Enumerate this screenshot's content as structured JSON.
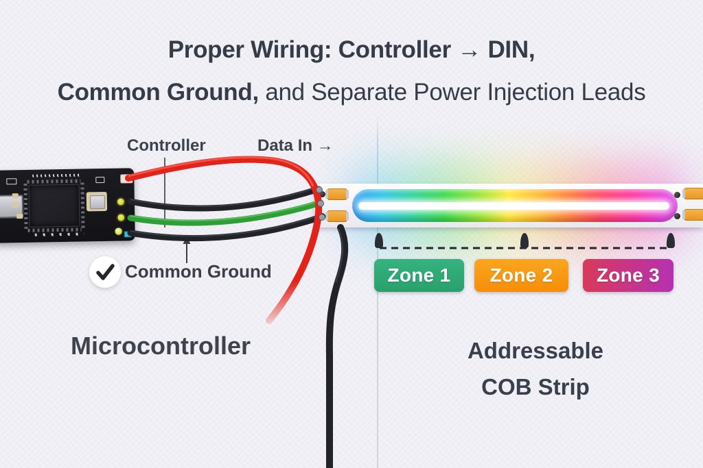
{
  "title": {
    "line1": "Proper Wiring: Controller → DIN,",
    "line2_bold": "Common Ground,",
    "line2_rest": " and Separate Power Injection Leads"
  },
  "labels": {
    "controller": "Controller",
    "data_in": "Data In →",
    "common_ground": "Common Ground",
    "microcontroller": "Microcontroller",
    "strip_line1": "Addressable",
    "strip_line2": "COB Strip"
  },
  "zones": [
    {
      "label": "Zone 1",
      "color": "#2ca874"
    },
    {
      "label": "Zone 2",
      "color": "#f7980f"
    },
    {
      "label": "Zone 3",
      "color": "#c6348a"
    }
  ],
  "icons": {
    "check": "check-icon ✓",
    "up_arrow": "arrow-up-icon ↑",
    "zone_pin": "zone-boundary-pin"
  },
  "colors": {
    "background": "#f2f1f6",
    "title_text": "#353b47",
    "wire_red_power": "#e2231a",
    "wire_green_data": "#2f9e37",
    "wire_black_ground": "#212329",
    "strip_rainbow": [
      "#2f9df5",
      "#2fc4e6",
      "#2fd0a0",
      "#36d948",
      "#8ce433",
      "#ffe93a",
      "#ffb52f",
      "#ff7a36",
      "#ff4560",
      "#ff34a0",
      "#d94fe0"
    ],
    "zone1": "#2ca874",
    "zone2": "#f7980f",
    "zone3_start": "#d8395b",
    "zone3_end": "#b531b1"
  }
}
